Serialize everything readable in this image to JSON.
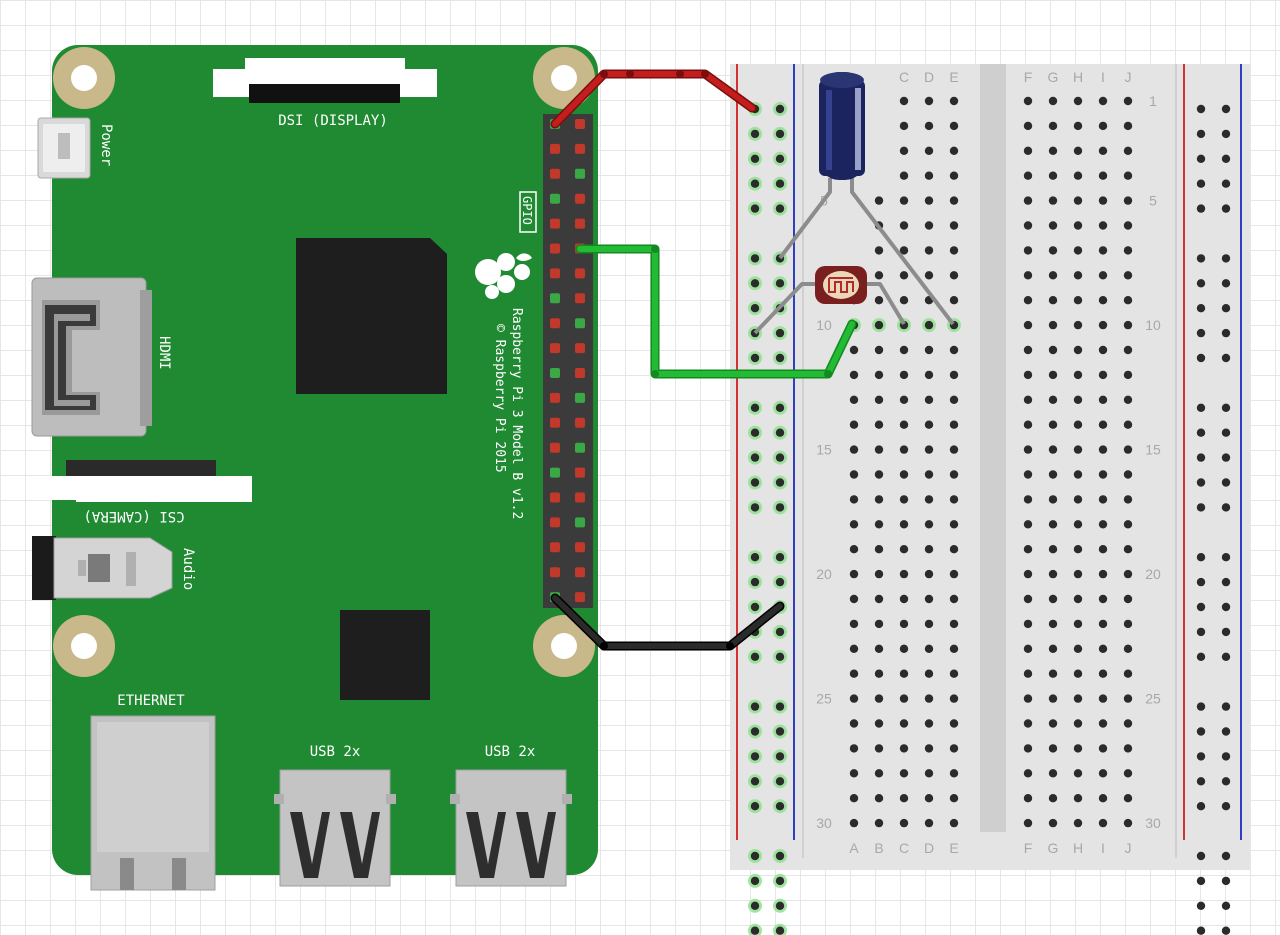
{
  "board": {
    "power_label": "Power",
    "dsi_label": "DSI (DISPLAY)",
    "gpio_label": "GPIO",
    "hdmi_label": "HDMI",
    "csi_label": "CSI (CAMERA)",
    "audio_label": "Audio",
    "ethernet_label": "ETHERNET",
    "usb1_label": "USB 2x",
    "usb2_label": "USB 2x",
    "model_text": "Raspberry Pi 3 Model B v1.2",
    "copyright_text": "© Raspberry Pi 2015",
    "colors": {
      "pcb": "#1f8a32",
      "header": "#3b3b3b",
      "pin_red": "#c0392b",
      "pin_green": "#3aa845"
    }
  },
  "breadboard": {
    "columns_left": [
      "A",
      "B",
      "C",
      "D",
      "E"
    ],
    "columns_right": [
      "F",
      "G",
      "H",
      "I",
      "J"
    ],
    "row_labels": [
      "1",
      "5",
      "10",
      "15",
      "20",
      "25",
      "30"
    ],
    "rows": 30
  },
  "components": {
    "capacitor": "capacitor",
    "ldr": "photoresistor"
  },
  "wires": [
    {
      "name": "power-wire",
      "color": "#c41d1d"
    },
    {
      "name": "signal-wire",
      "color": "#22bb33"
    },
    {
      "name": "ground-wire",
      "color": "#1a1a1a"
    }
  ]
}
